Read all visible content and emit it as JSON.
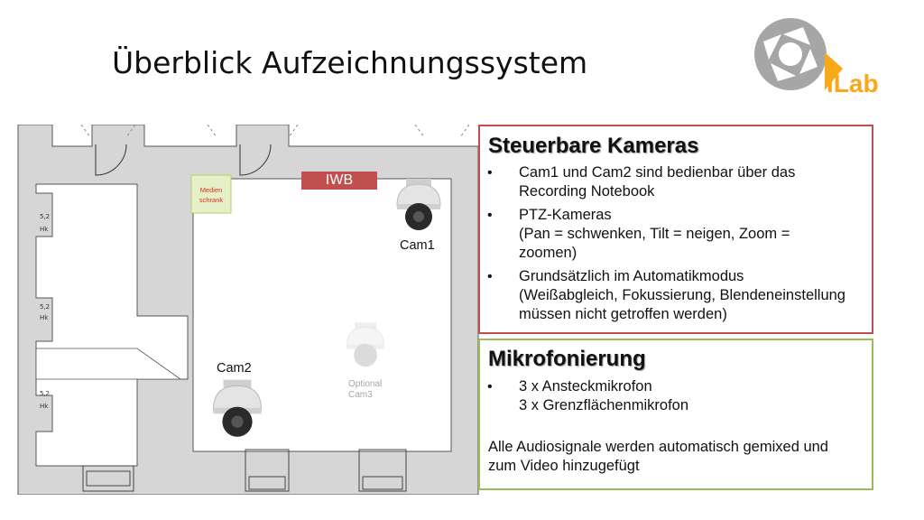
{
  "title": "Überblick Aufzeichnungssystem",
  "logo": {
    "text": "iLab",
    "colors": {
      "aperture": "#a6a6a6",
      "accent": "#f7a81b"
    }
  },
  "floorplan": {
    "medien_label": [
      "Medien",
      "schrank"
    ],
    "iwb_label": "IWB",
    "cams": {
      "cam1": "Cam1",
      "cam2": "Cam2",
      "cam3_optional": [
        "Optional",
        "Cam3"
      ]
    },
    "colors": {
      "wall": "#d4d4d4",
      "iwb": "#c0504d",
      "medien_fill": "#e6f0c6",
      "medien_border": "#b6cf6a",
      "medien_text": "#e0301e"
    }
  },
  "box1": {
    "heading": "Steuerbare Kameras",
    "bullets": [
      [
        "Cam1 und Cam2 sind bedienbar über das",
        "Recording Notebook"
      ],
      [
        "PTZ-Kameras",
        "(Pan = schwenken, Tilt = neigen, Zoom =",
        "zoomen)"
      ],
      [
        "Grundsätzlich im Automatikmodus",
        "(Weißabgleich, Fokussierung, Blendeneinstellung",
        "müssen nicht getroffen werden)"
      ]
    ],
    "border_color": "#c0504d"
  },
  "box2": {
    "heading": "Mikrofonierung",
    "bullets": [
      [
        "3 x Ansteckmikrofon",
        "3 x Grenzflächenmikrofon"
      ]
    ],
    "paragraph": [
      "Alle Audiosignale werden automatisch gemixed und",
      "zum Video hinzugefügt"
    ],
    "border_color": "#9bbb59"
  }
}
